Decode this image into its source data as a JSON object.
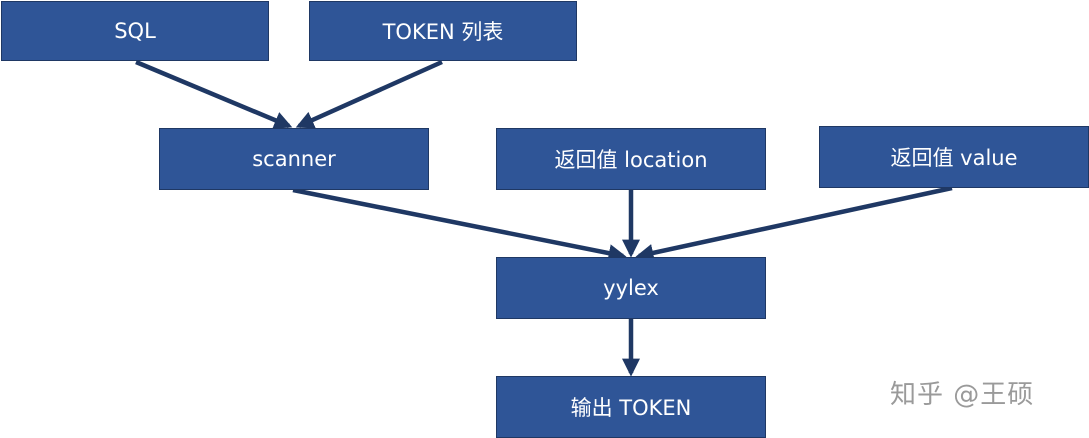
{
  "nodes": {
    "sql": "SQL",
    "token_list": "TOKEN 列表",
    "scanner": "scanner",
    "location": "返回值 location",
    "value": "返回值 value",
    "yylex": "yylex",
    "output": "输出 TOKEN"
  },
  "edges": [
    {
      "from": "sql",
      "to": "scanner"
    },
    {
      "from": "token_list",
      "to": "scanner"
    },
    {
      "from": "scanner",
      "to": "yylex"
    },
    {
      "from": "location",
      "to": "yylex"
    },
    {
      "from": "value",
      "to": "yylex"
    },
    {
      "from": "yylex",
      "to": "output"
    }
  ],
  "watermark": "知乎 @王硕",
  "colors": {
    "node_fill": "#2f5597",
    "node_border": "#1f3864",
    "arrow": "#1f3864",
    "text": "#ffffff",
    "watermark": "#9a9a9a"
  }
}
